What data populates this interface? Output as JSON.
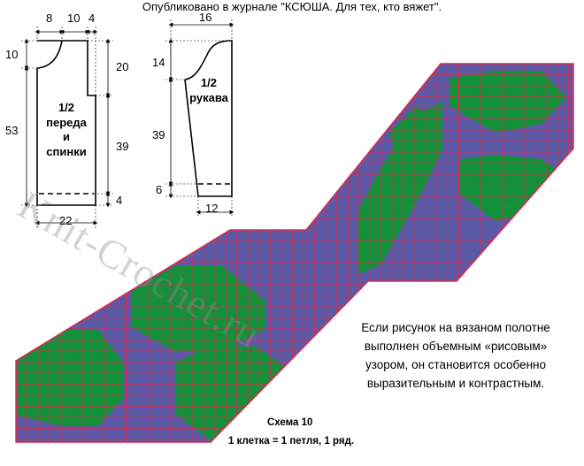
{
  "header": {
    "text": "Опубликовано в журнале \"КСЮША. Для тех, кто вяжет\"."
  },
  "watermark": "Knit-Crochet.ru",
  "body_schematic": {
    "top_dims": [
      "8",
      "10",
      "4"
    ],
    "left_dims": [
      "10",
      "53"
    ],
    "right_dims": [
      "20",
      "39",
      "4"
    ],
    "bottom_dim": "22",
    "label_lines": [
      "1/2",
      "переда",
      "и",
      "спинки"
    ]
  },
  "sleeve_schematic": {
    "top_dim": "16",
    "left_dims": [
      "14",
      "39",
      "6"
    ],
    "bottom_dim": "12",
    "label_lines": [
      "1/2",
      "рукава"
    ]
  },
  "note_lines": [
    "Если рисунок на вязаном полотне",
    "выполнен объемным «рисовым»",
    "узором, он становится особенно",
    "выразительным и контрастным."
  ],
  "chart": {
    "title": "Схема 10",
    "legend": "1 клетка = 1 петля, 1 ряд.",
    "colors": {
      "background": "#5b5aa6",
      "motif": "#11923a",
      "grid": "#e0284c"
    }
  }
}
